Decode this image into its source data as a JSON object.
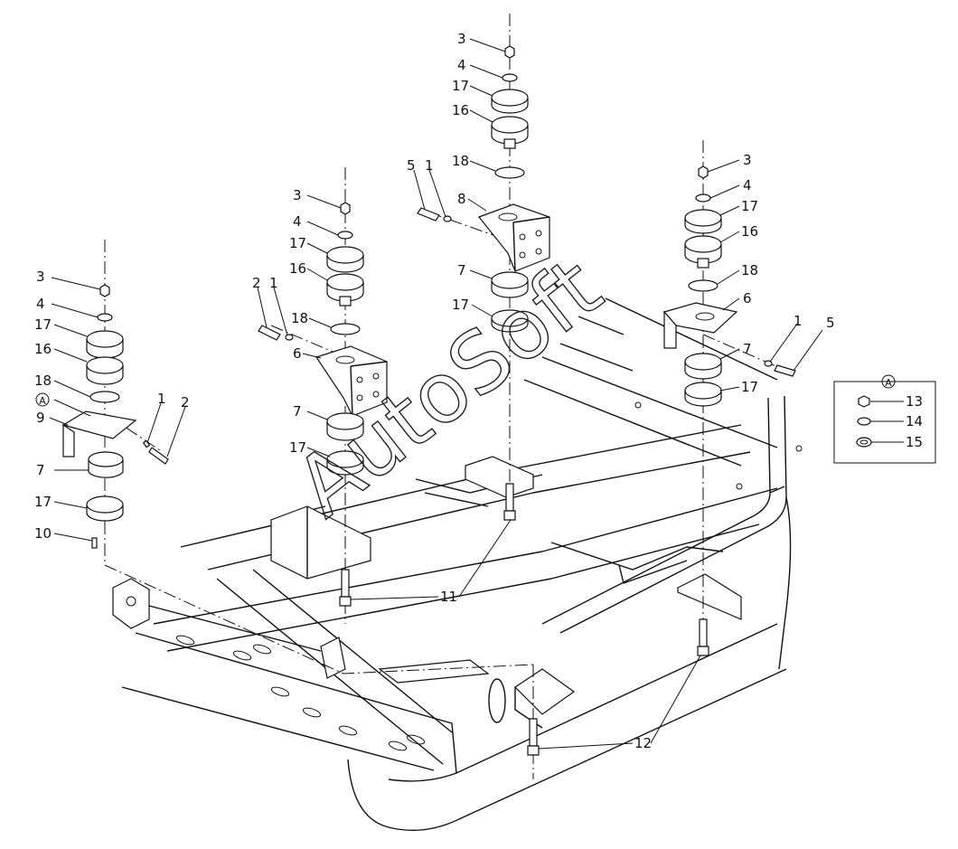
{
  "watermark": "AutoSoft",
  "callouts": {
    "c1": "1",
    "c2": "2",
    "c3": "3",
    "c4": "4",
    "c5": "5",
    "c6": "6",
    "c7": "7",
    "c8": "8",
    "c9": "9",
    "c10": "10",
    "c11": "11",
    "c12": "12",
    "c13": "13",
    "c14": "14",
    "c15": "15",
    "c16": "16",
    "c17": "17",
    "c18": "18"
  },
  "detail": {
    "marker": "A"
  }
}
